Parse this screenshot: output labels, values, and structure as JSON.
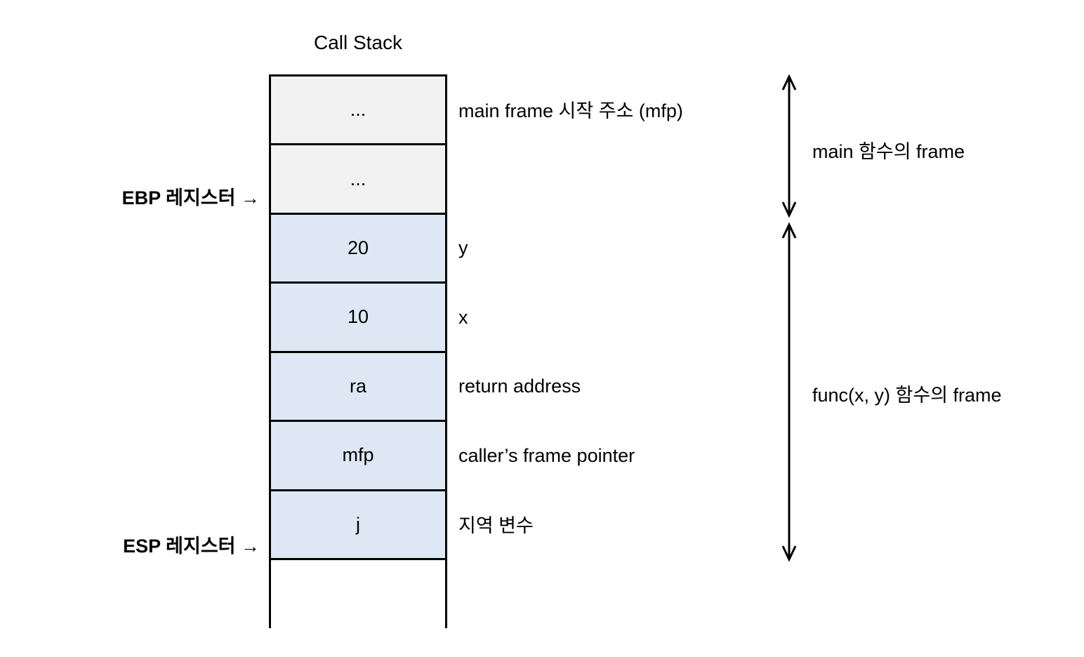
{
  "title": "Call Stack",
  "colors": {
    "cell_gray": "#f2f2f2",
    "cell_blue": "#dde8f4",
    "line": "#000000",
    "background": "#ffffff"
  },
  "stack": {
    "cells": [
      {
        "value": "...",
        "label": "main frame 시작 주소 (mfp)",
        "fill": "gray"
      },
      {
        "value": "...",
        "label": "",
        "fill": "gray"
      },
      {
        "value": "20",
        "label": "y",
        "fill": "blue"
      },
      {
        "value": "10",
        "label": "x",
        "fill": "blue"
      },
      {
        "value": "ra",
        "label": "return address",
        "fill": "blue"
      },
      {
        "value": "mfp",
        "label": "caller’s frame pointer",
        "fill": "blue"
      },
      {
        "value": "j",
        "label": "지역 변수",
        "fill": "blue"
      }
    ]
  },
  "registers": {
    "ebp": "EBP 레지스터 →",
    "esp": "ESP 레지스터 →"
  },
  "frames": {
    "main": "main 함수의 frame",
    "func": "func(x, y) 함수의 frame"
  }
}
